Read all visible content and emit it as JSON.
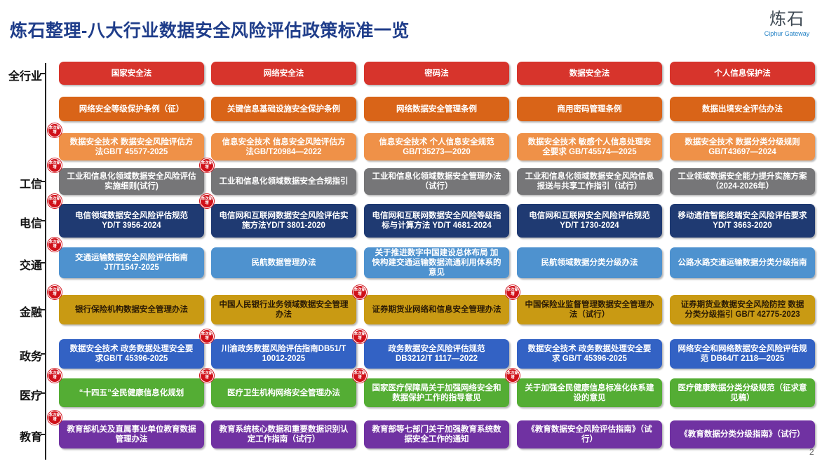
{
  "title": "炼石整理-八大行业数据安全风险评估政策标准一览",
  "logo": {
    "cn": "炼石",
    "en": "Ciphur Gateway"
  },
  "page_number": "2",
  "badge_text": "本次新增",
  "colors": {
    "red": "#d7342c",
    "orange_dark": "#d96418",
    "orange_light": "#ef9148",
    "gray": "#767678",
    "navy": "#1f3a72",
    "sky": "#4e92cf",
    "gold": "#c99a13",
    "blue": "#3362c4",
    "green": "#54ad34",
    "purple": "#7032a2"
  },
  "rows": [
    {
      "label": "全行业",
      "items": [
        {
          "text": "国家安全法"
        },
        {
          "text": "网络安全法"
        },
        {
          "text": "密码法"
        },
        {
          "text": "数据安全法"
        },
        {
          "text": "个人信息保护法"
        }
      ]
    },
    {
      "label": "",
      "items": [
        {
          "text": "网络安全等级保护条例（征）"
        },
        {
          "text": "关键信息基础设施安全保护条例"
        },
        {
          "text": "网络数据安全管理条例"
        },
        {
          "text": "商用密码管理条例"
        },
        {
          "text": "数据出境安全评估办法"
        }
      ]
    },
    {
      "label": "",
      "items": [
        {
          "text": "数据安全技术 数据安全风险评估方法GB/T 45577-2025",
          "badge": true
        },
        {
          "text": "信息安全技术 信息安全风险评估方法GB/T20984—2022"
        },
        {
          "text": "信息安全技术 个人信息安全规范GB/T35273—2020"
        },
        {
          "text": "数据安全技术 敏感个人信息处理安全要求 GB/T45574—2025"
        },
        {
          "text": "数据安全技术 数据分类分级规则GB/T43697—2024"
        }
      ]
    },
    {
      "label": "工信",
      "items": [
        {
          "text": "工业和信息化领域数据安全风险评估实施细则(试行)",
          "badge": true
        },
        {
          "text": "工业和信息化领域数据安全合规指引",
          "badge": true
        },
        {
          "text": "工业和信息化领域数据安全管理办法（试行）"
        },
        {
          "text": "工业和信息化领域数据安全风险信息报送与共享工作指引（试行）"
        },
        {
          "text": "工业领域数据安全能力提升实施方案（2024-2026年）"
        }
      ]
    },
    {
      "label": "电信",
      "items": [
        {
          "text": "电信领域数据安全风险评估规范YD/T 3956-2024",
          "badge": true
        },
        {
          "text": "电信网和互联网数据安全风险评估实施方法YD/T 3801-2020",
          "badge": true
        },
        {
          "text": "电信网和互联网数据安全风险等级指标与计算方法 YD/T 4681-2024"
        },
        {
          "text": "电信网和互联网安全风险评估规范YD/T 1730-2024"
        },
        {
          "text": "移动通信智能终端安全风险评估要求YD/T 3663-2020"
        }
      ]
    },
    {
      "label": "交通",
      "items": [
        {
          "text": "交通运输数据安全风险评估指南JT/T1547-2025",
          "badge": true
        },
        {
          "text": "民航数据管理办法"
        },
        {
          "text": "关于推进数字中国建设总体布局 加快构建交通运输数据流通利用体系的意见"
        },
        {
          "text": "民航领域数据分类分级办法"
        },
        {
          "text": "公路水路交通运输数据分类分级指南"
        }
      ]
    },
    {
      "label": "金融",
      "items": [
        {
          "text": "银行保险机构数据安全管理办法",
          "badge": true
        },
        {
          "text": "中国人民银行业务领域数据安全管理办法"
        },
        {
          "text": "证券期货业网络和信息安全管理办法",
          "badge": true
        },
        {
          "text": "中国保险业监督管理数据安全管理办法（试行）",
          "badge": true
        },
        {
          "text": "证券期货业数据安全风险防控 数据分类分级指引 GB/T 42775-2023"
        }
      ]
    },
    {
      "label": "政务",
      "items": [
        {
          "text": "数据安全技术 政务数据处理安全要求GB/T 45396-2025"
        },
        {
          "text": "川渝政务数据风险评估指南DB51/T 10012-2025",
          "badge": true
        },
        {
          "text": "政务数据安全风险评估规范DB3212/T 1117—2022",
          "badge": true
        },
        {
          "text": "数据安全技术 政务数据处理安全要求 GB/T 45396-2025"
        },
        {
          "text": "网络安全和网络数据安全风险评估规范 DB64/T 2118—2025"
        }
      ]
    },
    {
      "label": "医疗",
      "items": [
        {
          "text": "“十四五”全民健康信息化规划",
          "badge": true
        },
        {
          "text": "医疗卫生机构网络安全管理办法",
          "badge": true
        },
        {
          "text": "国家医疗保障局关于加强网络安全和数据保护工作的指导意见",
          "badge": true
        },
        {
          "text": "关于加强全民健康信息标准化体系建设的意见",
          "badge": true
        },
        {
          "text": "医疗健康数据分类分级规范（征求意见稿）"
        }
      ]
    },
    {
      "label": "教育",
      "items": [
        {
          "text": "教育部机关及直属事业单位教育数据管理办法",
          "badge": true
        },
        {
          "text": "教育系统核心数据和重要数据识别认定工作指南（试行）"
        },
        {
          "text": "教育部等七部门关于加强教育系统数据安全工作的通知"
        },
        {
          "text": "《教育数据安全风险评估指南》（试行）"
        },
        {
          "text": "《教育数据分类分级指南》（试行）"
        }
      ]
    }
  ]
}
